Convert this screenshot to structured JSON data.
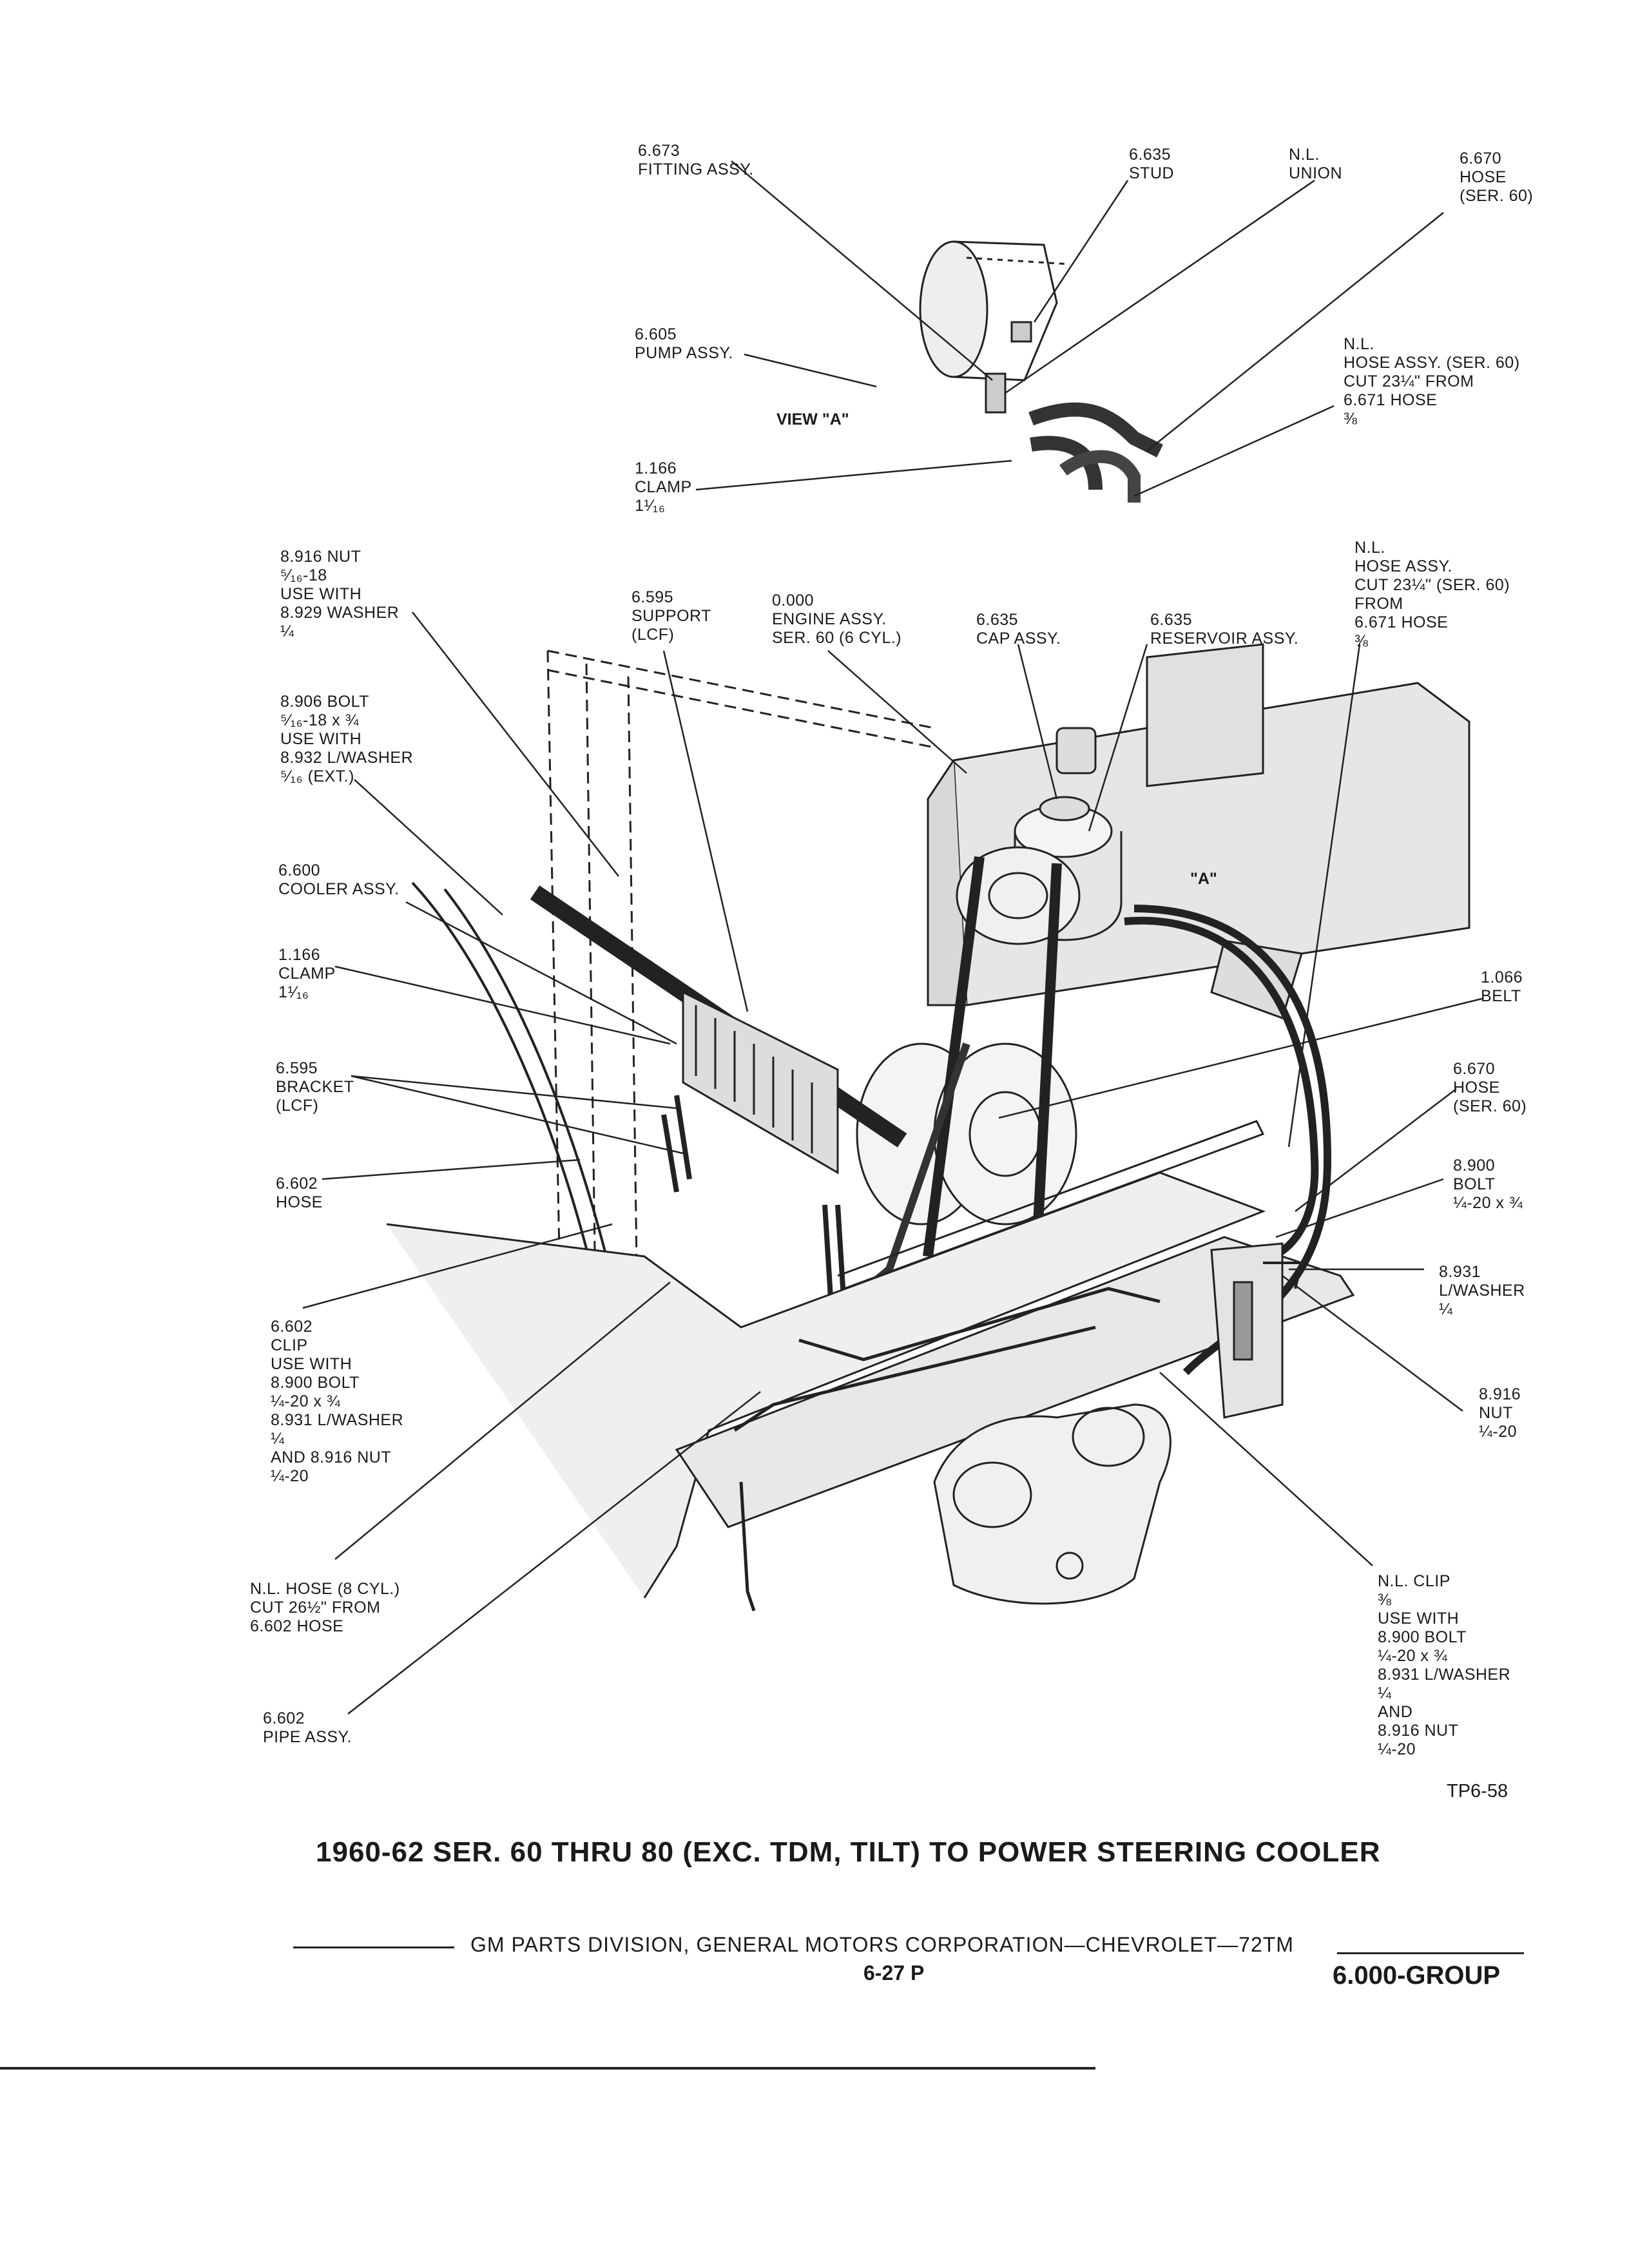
{
  "callouts": [
    {
      "id": "fitting",
      "lines": [
        "6.673",
        "FITTING ASSY."
      ]
    },
    {
      "id": "stud",
      "lines": [
        "6.635",
        "STUD"
      ]
    },
    {
      "id": "union",
      "lines": [
        "N.L.",
        "UNION"
      ]
    },
    {
      "id": "hose-ser60-top",
      "lines": [
        "6.670",
        "HOSE",
        "(SER. 60)"
      ]
    },
    {
      "id": "pump",
      "lines": [
        "6.605",
        "PUMP ASSY."
      ]
    },
    {
      "id": "hose-assy-top",
      "lines": [
        "N.L.",
        "HOSE ASSY. (SER. 60)",
        "CUT 23¼\" FROM",
        "6.671 HOSE",
        "⅜"
      ]
    },
    {
      "id": "clamp-top",
      "lines": [
        "1.166",
        "CLAMP",
        "1¹⁄₁₆"
      ]
    },
    {
      "id": "nut-516",
      "lines": [
        "8.916 NUT",
        "⁵⁄₁₆-18",
        "USE WITH",
        "8.929 WASHER",
        "¼"
      ]
    },
    {
      "id": "support",
      "lines": [
        "6.595",
        "SUPPORT",
        "(LCF)"
      ]
    },
    {
      "id": "engine",
      "lines": [
        "0.000",
        "ENGINE ASSY.",
        "SER. 60 (6 CYL.)"
      ]
    },
    {
      "id": "cap",
      "lines": [
        "6.635",
        "CAP ASSY."
      ]
    },
    {
      "id": "reservoir",
      "lines": [
        "6.635",
        "RESERVOIR ASSY."
      ]
    },
    {
      "id": "hose-assy-mid",
      "lines": [
        "N.L.",
        "HOSE ASSY.",
        "CUT 23¼\" (SER. 60)",
        "FROM",
        "6.671 HOSE",
        "⅜"
      ]
    },
    {
      "id": "bolt-516",
      "lines": [
        "8.906 BOLT",
        "⁵⁄₁₆-18 x ¾",
        "USE WITH",
        "8.932 L/WASHER",
        "⁵⁄₁₆ (EXT.)"
      ]
    },
    {
      "id": "cooler",
      "lines": [
        "6.600",
        "COOLER ASSY."
      ]
    },
    {
      "id": "clamp-left",
      "lines": [
        "1.166",
        "CLAMP",
        "1¹⁄₁₆"
      ]
    },
    {
      "id": "belt",
      "lines": [
        "1.066",
        "BELT"
      ]
    },
    {
      "id": "bracket",
      "lines": [
        "6.595",
        "BRACKET",
        "(LCF)"
      ]
    },
    {
      "id": "hose-ser60-right",
      "lines": [
        "6.670",
        "HOSE",
        "(SER. 60)"
      ]
    },
    {
      "id": "hose-6602",
      "lines": [
        "6.602",
        "HOSE"
      ]
    },
    {
      "id": "bolt-14",
      "lines": [
        "8.900",
        "BOLT",
        "¼-20 x ¾"
      ]
    },
    {
      "id": "lwasher",
      "lines": [
        "8.931",
        "L/WASHER",
        "¼"
      ]
    },
    {
      "id": "clip-6602",
      "lines": [
        "6.602",
        "CLIP",
        "USE WITH",
        "8.900 BOLT",
        "¼-20 x ¾",
        "8.931 L/WASHER",
        "¼",
        "AND 8.916 NUT",
        "¼-20"
      ]
    },
    {
      "id": "nut-14",
      "lines": [
        "8.916",
        "NUT",
        "¼-20"
      ]
    },
    {
      "id": "hose-8cyl",
      "lines": [
        "N.L. HOSE (8 CYL.)",
        "CUT 26½\" FROM",
        "6.602 HOSE"
      ]
    },
    {
      "id": "clip-nl",
      "lines": [
        "N.L. CLIP",
        "⅜",
        "USE WITH",
        "8.900 BOLT",
        "¼-20 x ¾",
        "8.931 L/WASHER",
        "¼",
        "AND",
        "8.916 NUT",
        "¼-20"
      ]
    },
    {
      "id": "pipe",
      "lines": [
        "6.602",
        "PIPE ASSY."
      ]
    }
  ],
  "view_label": "VIEW \"A\"",
  "quoted_a": "\"A\"",
  "figure_id": "TP6-58",
  "caption": "1960-62 SER. 60 THRU 80 (EXC. TDM, TILT) TO POWER STEERING COOLER",
  "footer": {
    "division": "GM PARTS DIVISION, GENERAL MOTORS CORPORATION—CHEVROLET—72TM",
    "page": "6-27 P",
    "group": "6.000-GROUP"
  }
}
